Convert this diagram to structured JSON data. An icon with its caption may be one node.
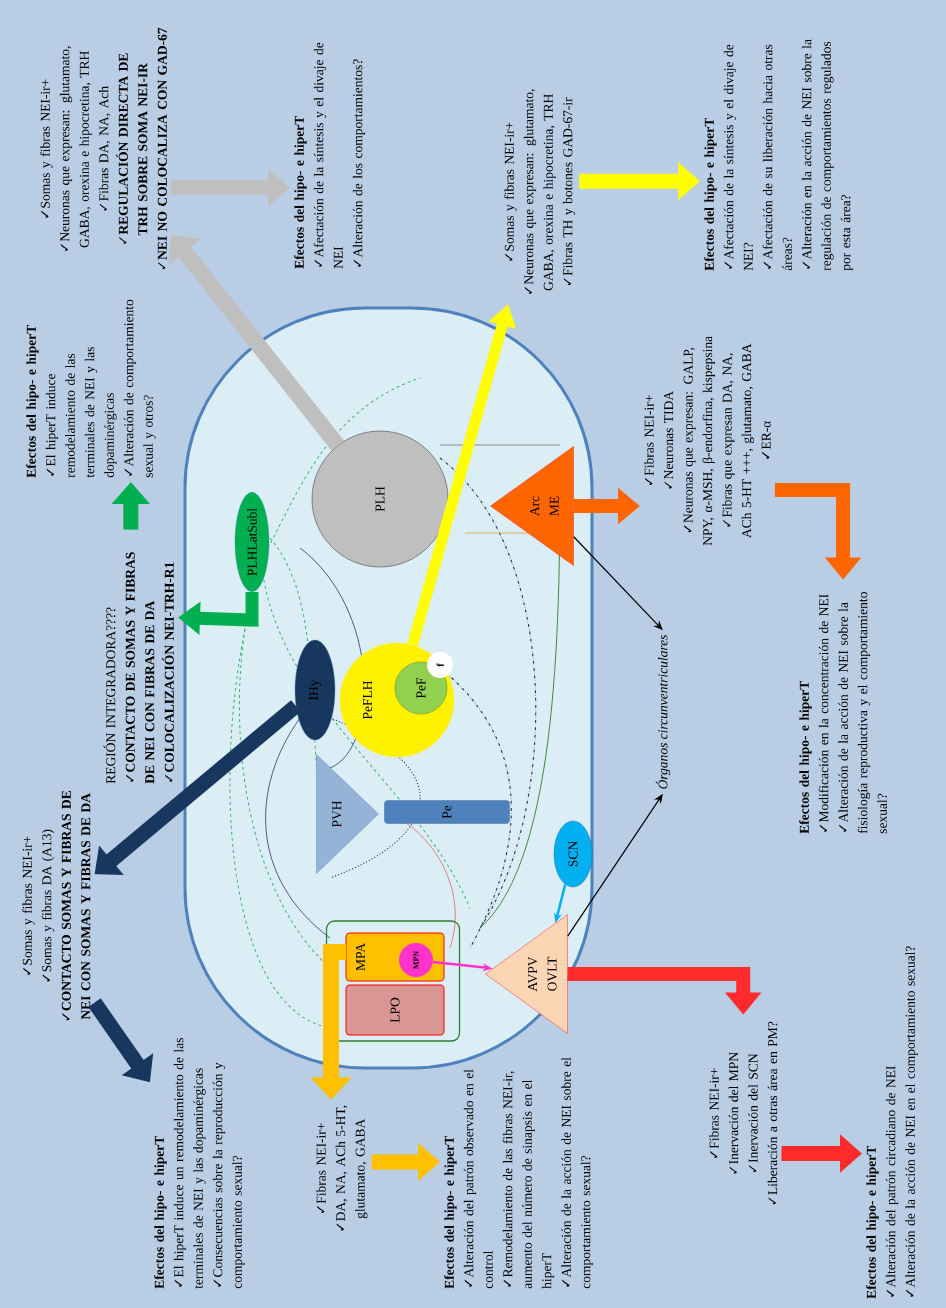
{
  "diagram": {
    "nodes": [
      {
        "text": [
          "Efectos del hipo- e hiperT",
          "✓El hiperT induce un remodelamiento de las terminales de NEI y las dopaminérgicas",
          "✓Consecuencias sobre la reproducción y comportamiento sexual?"
        ]
      },
      {
        "text": [
          "✓Somas y fibras NEI-ir+",
          "✓Somas y fibras DA (A13)",
          "✓CONTACTO SOMAS Y FIBRAS DE NEI CON SOMAS Y FIBRAS DE DA"
        ]
      },
      {
        "text": [
          "REGIÓN INTEGRADORA????",
          "✓CONTACTO DE SOMAS Y FIBRAS DE NEI CON FIBRAS DE DA",
          "✓COLOCALIZACIÓN NEI-TRH-R1"
        ]
      },
      {
        "text": [
          "Efectos del hipo- e hiperT",
          "✓El hiperT induce remodelamiento de las terminales de NEI y las dopaminérgicas",
          "✓Alteración de comportamiento sexual y otros?"
        ]
      },
      {
        "text": [
          "✓Somas y fibras NEI-ir+",
          "✓Neuronas que expresan: glutamato, GABA, orexina e hipocretina, TRH",
          "✓Fibras DA, NA, Ach",
          "✓REGULACIÓN DIRECTA DE TRH SOBRE SOMA NEI-IR",
          "✓NEI NO COLOCALIZA CON GAD-67"
        ]
      },
      {
        "text": [
          "Efectos del hipo- e hiperT",
          "✓Afectación de la síntesis y el divaje de NEI",
          "✓Alteración de los comportamientos?"
        ]
      },
      {
        "text": [
          "✓Somas y fibras NEI-ir+",
          "✓Neuronas que expresan: glutamato, GABA, orexina e hipocretina, TRH",
          "✓Fibras TH y botones GAD-67-ir"
        ]
      },
      {
        "text": [
          "Efectos del hipo- e hiperT",
          "✓Afectación de la síntesis y el divaje de NEI?",
          "✓Afectación de su liberación hacia otras áreas?",
          "✓Alteración en la acción de NEI sobre la regulación de comportamientos regulados por esta área?"
        ]
      },
      {
        "text": [
          "✓Fibras NEI-ir+",
          "✓Neuronas TIDA",
          "✓Neuronas que expresan: GALP, NPY, α-MSH, β-endorfina, kispepsina",
          "✓Fibras que expresan DA, NA, ACh 5-HT +++, glutamato, GABA",
          "✓ER-α"
        ]
      },
      {
        "text": [
          "Efectos del hipo- e hiperT",
          "✓Modificación en la concentración de NEI",
          "✓Alteración de la acción de NEI sobre la fisiología reproductiva y el comportamiento sexual?"
        ]
      },
      {
        "text": [
          "Órganos circunventriculares"
        ]
      },
      {
        "text": [
          "✓Fibras NEI-ir+",
          "✓Inervación del MPN",
          "✓Inervación del SCN",
          "✓Liberación a otras área en PM?"
        ]
      },
      {
        "text": [
          "Efectos del hipo- e hiperT",
          "✓Alteración del patrón circadiano de NEI",
          "✓Alteración de la acción de NEI en el comportamiento sexual?"
        ]
      },
      {
        "text": [
          "✓Fibras NEI-ir+",
          "✓DA, NA, ACh 5-HT, glutamato, GABA"
        ]
      },
      {
        "text": [
          "Efectos del hipo- e hiperT",
          "✓Alteración del patrón observado en el control",
          "✓Remodelamiento de las fibras NEI-ir, aumento del número de sinapsis en el hiperT",
          "✓Alteración de la acción de NEI sobre el comportamiento sexual?"
        ]
      },
      {
        "text": [
          "PLHLatSubl"
        ]
      },
      {
        "text": [
          "IHy"
        ]
      },
      {
        "text": [
          "PLH"
        ]
      },
      {
        "text": [
          "PeFLH"
        ]
      },
      {
        "text": [
          "PeF"
        ],
        "in": 18
      },
      {
        "text": [
          "f"
        ],
        "in": 18
      },
      {
        "text": [
          "PVH"
        ]
      },
      {
        "text": [
          "Pe"
        ]
      },
      {
        "text": [
          "SCN"
        ]
      },
      {
        "text": [
          "Arc",
          "ME"
        ]
      },
      {
        "text": [],
        "shape": "box"
      },
      {
        "text": [
          "MPA"
        ],
        "in": 25
      },
      {
        "text": [
          "LPO"
        ],
        "in": 25
      },
      {
        "text": [
          "MPN"
        ],
        "in": 26
      },
      {
        "text": [
          "AVPV",
          "OVLT"
        ]
      }
    ],
    "edges": [
      {
        "from": 15,
        "to": 2,
        "arrow": "to",
        "color": "#00b050"
      },
      {
        "from": 2,
        "to": 3,
        "arrow": "to",
        "color": "#00b050"
      },
      {
        "from": 16,
        "to": 1,
        "arrow": "to",
        "color": "#17375e"
      },
      {
        "from": 1,
        "to": 0,
        "arrow": "to",
        "color": "#17375e"
      },
      {
        "from": 17,
        "to": 4,
        "arrow": "to",
        "color": "#bfbfbf"
      },
      {
        "from": 4,
        "to": 5,
        "arrow": "to",
        "color": "#bfbfbf"
      },
      {
        "from": 18,
        "to": 6,
        "arrow": "to",
        "color": "#ffff00"
      },
      {
        "from": 6,
        "to": 7,
        "arrow": "to",
        "color": "#ffff00"
      },
      {
        "from": 24,
        "to": 8,
        "arrow": "to",
        "color": "#ff6600"
      },
      {
        "from": 8,
        "to": 9,
        "arrow": "to",
        "color": "#ff6600"
      },
      {
        "from": 24,
        "to": 10,
        "arrow": "to",
        "color": "#000000"
      },
      {
        "from": 29,
        "to": 10,
        "arrow": "to",
        "color": "#000000"
      },
      {
        "from": 29,
        "to": 11,
        "arrow": "to",
        "color": "#ff2a2a"
      },
      {
        "from": 11,
        "to": 12,
        "arrow": "to",
        "color": "#ff2a2a"
      },
      {
        "from": 26,
        "to": 13,
        "arrow": "to",
        "color": "#ffc000"
      },
      {
        "from": 13,
        "to": 14,
        "arrow": "to",
        "color": "#ffc000"
      },
      {
        "from": 28,
        "to": 29,
        "arrow": "to",
        "color": "#ff33cc"
      },
      {
        "from": 23,
        "to": 29,
        "arrow": "to",
        "color": "#00b0f0"
      }
    ]
  }
}
